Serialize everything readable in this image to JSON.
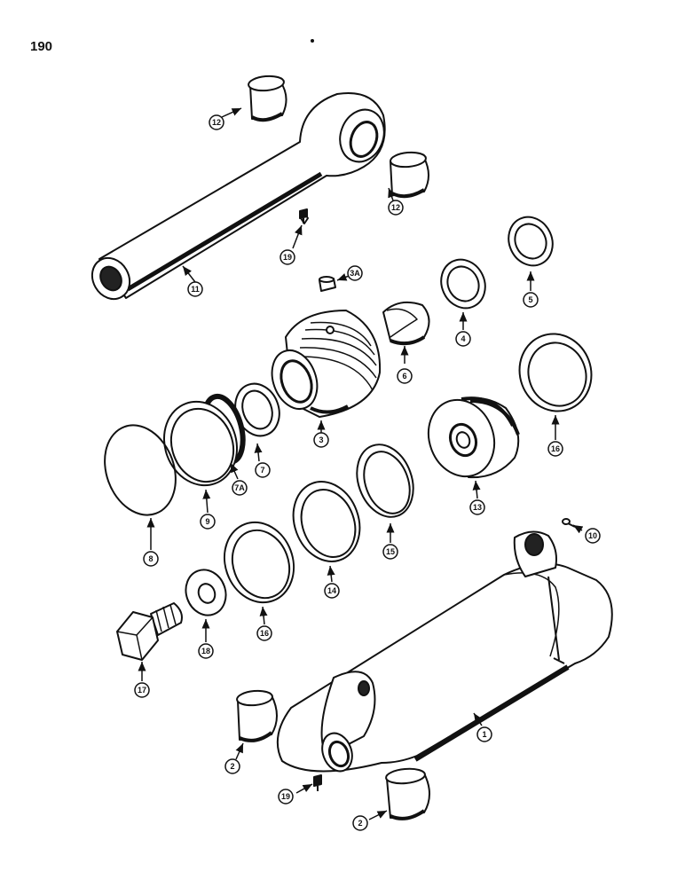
{
  "page_number": "190",
  "colors": {
    "ink": "#111111",
    "paper": "#ffffff",
    "shade": "#000000"
  },
  "callouts": [
    {
      "id": "1",
      "part": "cylinder-barrel"
    },
    {
      "id": "2",
      "part": "bushing"
    },
    {
      "id": "2",
      "part": "bushing"
    },
    {
      "id": "3",
      "part": "cylinder-head"
    },
    {
      "id": "3A",
      "part": "plug"
    },
    {
      "id": "4",
      "part": "seal"
    },
    {
      "id": "5",
      "part": "wiper"
    },
    {
      "id": "6",
      "part": "wear-ring"
    },
    {
      "id": "7",
      "part": "seal"
    },
    {
      "id": "7A",
      "part": "backup-ring"
    },
    {
      "id": "8",
      "part": "o-ring"
    },
    {
      "id": "9",
      "part": "backup-ring"
    },
    {
      "id": "10",
      "part": "plug"
    },
    {
      "id": "11",
      "part": "piston-rod"
    },
    {
      "id": "12",
      "part": "bushing"
    },
    {
      "id": "12",
      "part": "bushing"
    },
    {
      "id": "13",
      "part": "piston"
    },
    {
      "id": "14",
      "part": "wear-ring"
    },
    {
      "id": "15",
      "part": "seal"
    },
    {
      "id": "16",
      "part": "piston-ring"
    },
    {
      "id": "16",
      "part": "piston-ring"
    },
    {
      "id": "17",
      "part": "bolt"
    },
    {
      "id": "18",
      "part": "washer"
    },
    {
      "id": "19",
      "part": "grease-fitting"
    },
    {
      "id": "19",
      "part": "grease-fitting"
    }
  ]
}
